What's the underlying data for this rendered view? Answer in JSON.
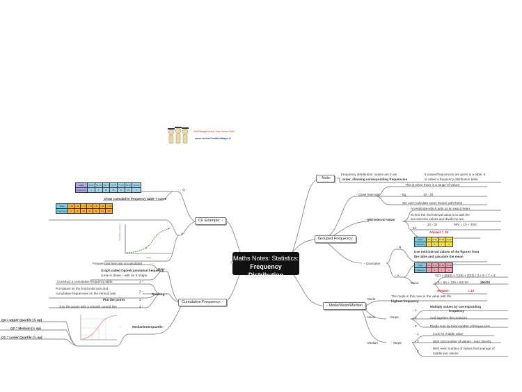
{
  "logo": {
    "tagline": "Get Straight A's in Your Junior Cert",
    "url": "www.JuniorCertMindMaps.ie"
  },
  "central": {
    "line1": "Maths Notes: Statistics:",
    "line2": "Frequency Distribution"
  },
  "right": {
    "note": {
      "label": "Note:",
      "text1a": "Frequency distribution: values are in an",
      "text1b": "order, showing corresponding frequencies",
      "text2a": "If values/frequencies are given in a table, it",
      "text2b": "is called a frequency distribution table"
    },
    "grouped": {
      "label": "Grouped Frequency:",
      "class_intervals": {
        "label": "Class Intervals:",
        "def": "This is when there is a range of values",
        "eg_label": "Eg:",
        "eg_value": "10 - 20",
        "note": "We can't calculate exact means with these"
      },
      "mid_interval": {
        "label": "Mid-Interval Value:",
        "def": "An estimate which gets us an exact mean",
        "howto_a": "To find the mid-interval value is to add the",
        "howto_b": "two extreme values and divide by two",
        "ex_label": "Ex:",
        "ex_range": "10 - 20",
        "ex_formula": "MIV = 10 + 20/2",
        "answer": "Answer = 15"
      },
      "examples": {
        "label": "Examples:",
        "q_label": "Q",
        "q_table": {
          "header": [
            "Value",
            "0-4",
            "4-12",
            "12-24",
            "24-40"
          ],
          "row": [
            "Frequency",
            "3",
            "8",
            "7",
            "2"
          ]
        },
        "q_text_a": "Use mid-interval values of the figures from",
        "q_text_b": "the table and calculate the mean",
        "a_label": "A",
        "a_table": {
          "header": [
            "Value",
            "0-4",
            "4-12",
            "12-24",
            "24-40"
          ],
          "row": [
            "Frequency",
            "3",
            "8",
            "7",
            "2"
          ]
        },
        "a_calc": "3(2) + (8)(8) + 7(18) + 2(32) / 3 + 8 + 7 + 2",
        "mean_label": "Mean:",
        "mean_calc": "= 6 + 64 + 126 + 64/ 20",
        "mean_frac": "260/20",
        "answer_label": "Answer:",
        "answer_value": "= 13"
      }
    },
    "mmm": {
      "label": "Mode/Mean/Median",
      "mode_label": "Mode",
      "mode_text_a": "The mode in this case is the value with the",
      "mode_text_b": "highest frequency",
      "mean_label": "Mean",
      "mean_steps_label": "Steps:",
      "mean_steps": [
        {
          "n": "1",
          "a": "Multiply values by corresponding",
          "b": "frequency"
        },
        {
          "n": "2",
          "a": "Add together the products",
          "b": ""
        },
        {
          "n": "3",
          "a": "Divide sum by total number of frequencies",
          "b": ""
        }
      ],
      "median_label": "Median",
      "median_steps_label": "Steps:",
      "median_steps": [
        {
          "n": "1",
          "a": "Look for middle value",
          "b": ""
        },
        {
          "n": "2",
          "a": "With odd number of values - read directly",
          "b": ""
        },
        {
          "n": "3",
          "a": "With even number of values find average of",
          "b": "middle two values"
        }
      ]
    }
  },
  "left": {
    "cf_example": {
      "label": "CF Example:",
      "q_label": "Q",
      "q_table": {
        "header": [
          "Value",
          "40-50",
          "50-60",
          "60-70",
          "70-75",
          "75-80",
          "80-90",
          "90-100"
        ],
        "row": [
          "Frequency",
          "4",
          "6",
          "23",
          "26",
          "37",
          "15",
          "9"
        ]
      },
      "q_text": "Draw cumulative frequency table + curve",
      "a_label": "A",
      "a_table": {
        "header": [
          "Value",
          "< 50",
          "< 60",
          "< 70",
          "< 75",
          "< 80",
          "< 90",
          "< 100"
        ],
        "row": [
          "Frequency",
          "4",
          "10",
          "33",
          "59",
          "96",
          "111",
          "120"
        ]
      },
      "ogive_chart": {
        "ylabel": "Cumulative Frequency",
        "xlabel": "Values",
        "xticks": [
          "40",
          "50",
          "60",
          "70",
          "80",
          "90",
          "100"
        ],
        "yticks": [
          "0",
          "10",
          "20",
          "30",
          "40",
          "50",
          "60",
          "70",
          "80",
          "90"
        ]
      }
    },
    "cumulative": {
      "label": "Cumulative Frequency:",
      "use_label": "Use:",
      "use_1": "Frequencies here are accumulated",
      "use_2a": "Graph called Ogive/cumulative frequency",
      "use_2b": "curve is drawn - with an S shape",
      "drawing_label": "Drawing:",
      "drawing_steps": [
        {
          "n": "1",
          "a": "Construct a cumulative frequency table",
          "b": ""
        },
        {
          "n": "2",
          "a": "Put values on the horizontal axis and",
          "b": "cumulative frequencies on the vertical axis"
        },
        {
          "n": "3",
          "a": "Plot the points",
          "b": ""
        },
        {
          "n": "4",
          "a": "Join the points with a smooth curved line",
          "b": ""
        }
      ],
      "median_iq_label": "Median/Interquartile",
      "quartiles": [
        "Q3 = Upper Quartile (¾ up)",
        "Q2 = Medium (½ up)",
        "Q1 = Lower Quartile (¼ up)"
      ]
    }
  }
}
